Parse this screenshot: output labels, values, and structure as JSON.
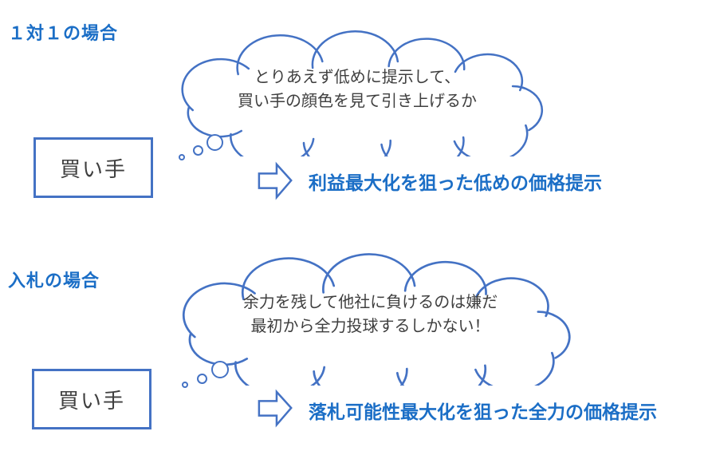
{
  "colors": {
    "accent": "#4472c4",
    "heading": "#1b6ec6",
    "body": "#3f3f3f"
  },
  "sections": [
    {
      "title": "１対１の場合",
      "bubble": {
        "line1": "とりあえず低めに提示して、",
        "line2": "買い手の顔色を見て引き上げるか"
      },
      "actor": "買い手",
      "result": "利益最大化を狙った低めの価格提示"
    },
    {
      "title": "入札の場合",
      "bubble": {
        "line1": "余力を残して他社に負けるのは嫌だ",
        "line2": "最初から全力投球するしかない！"
      },
      "actor": "買い手",
      "result": "落札可能性最大化を狙った全力の価格提示"
    }
  ]
}
